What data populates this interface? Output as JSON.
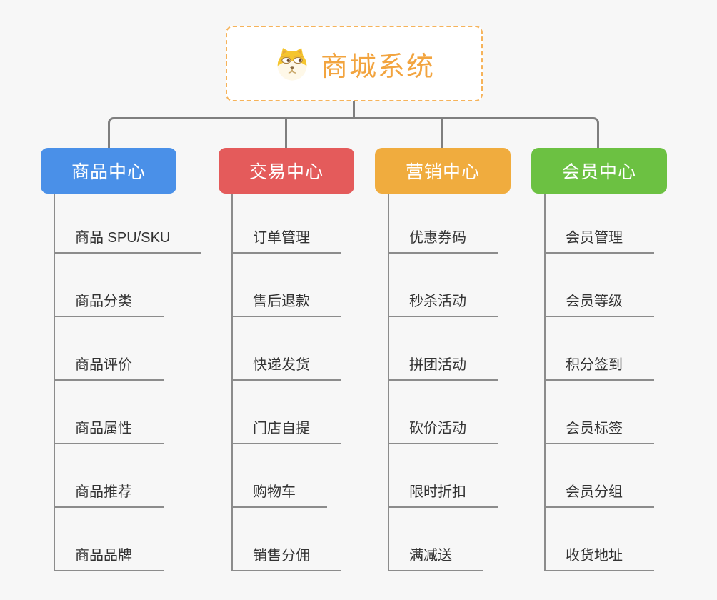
{
  "root": {
    "title": "商城系统",
    "icon": "dog-face-icon",
    "border_color": "#F6B35A",
    "title_color": "#F2A43F",
    "background": "#FFFFFF"
  },
  "branches": [
    {
      "label": "商品中心",
      "color": "#4A90E8",
      "children": [
        "商品 SPU/SKU",
        "商品分类",
        "商品评价",
        "商品属性",
        "商品推荐",
        "商品品牌"
      ]
    },
    {
      "label": "交易中心",
      "color": "#E45B5B",
      "children": [
        "订单管理",
        "售后退款",
        "快递发货",
        "门店自提",
        "购物车",
        "销售分佣"
      ]
    },
    {
      "label": "营销中心",
      "color": "#F0AC3E",
      "children": [
        "优惠券码",
        "秒杀活动",
        "拼团活动",
        "砍价活动",
        "限时折扣",
        "满减送"
      ]
    },
    {
      "label": "会员中心",
      "color": "#6CC142",
      "children": [
        "会员管理",
        "会员等级",
        "积分签到",
        "会员标签",
        "会员分组",
        "收货地址"
      ]
    }
  ],
  "style": {
    "canvas_background": "#F7F7F7",
    "tree_connector_color": "#7F7F7F",
    "leaf_line_color": "#8C8C8C",
    "leaf_text_color": "#333333",
    "branch_text_color": "#FFFFFF"
  }
}
